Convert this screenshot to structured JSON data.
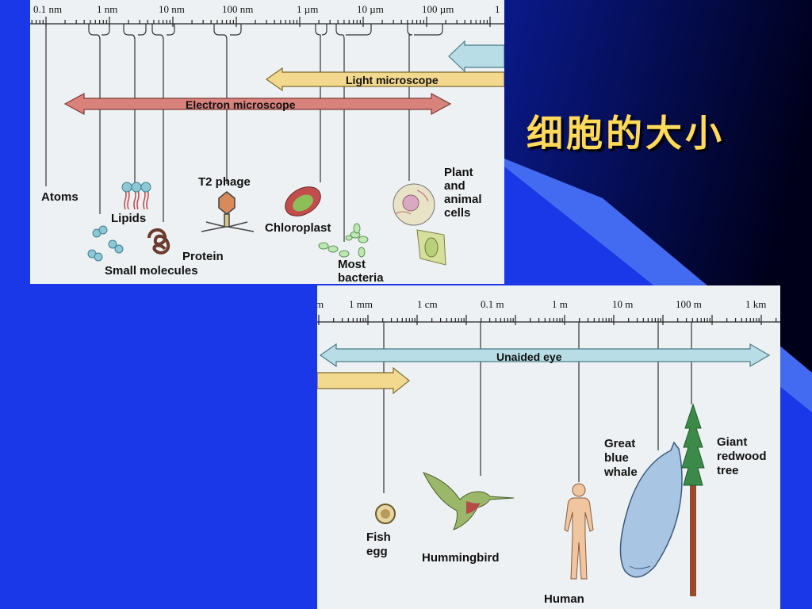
{
  "title": "细胞的大小",
  "top_scale": {
    "ticks": [
      "0.1 nm",
      "1 nm",
      "10 nm",
      "100 nm",
      "1 µm",
      "10 µm",
      "100 µm",
      "1"
    ]
  },
  "top_ranges": {
    "light_microscope": "Light microscope",
    "electron_microscope": "Electron microscope"
  },
  "top_labels": {
    "atoms": "Atoms",
    "lipids": "Lipids",
    "small_molecules": "Small molecules",
    "protein": "Protein",
    "t2_phage": "T2 phage",
    "chloroplast": "Chloroplast",
    "most_bacteria": "Most\nbacteria",
    "plant_animal_cells": "Plant\nand\nanimal\ncells"
  },
  "bottom_scale": {
    "ticks": [
      "m",
      "1 mm",
      "1 cm",
      "0.1 m",
      "1 m",
      "10 m",
      "100 m",
      "1 km"
    ]
  },
  "bottom_ranges": {
    "unaided_eye": "Unaided eye"
  },
  "bottom_labels": {
    "fish_egg": "Fish\negg",
    "hummingbird": "Hummingbird",
    "human": "Human",
    "great_blue_whale": "Great\nblue\nwhale",
    "giant_redwood_tree": "Giant\nredwood\ntree"
  },
  "colors": {
    "background": "#1a37e8",
    "panel": "#eef1f3",
    "title": "#ffd95a",
    "light_arrow": "#f2d98e",
    "electron_arrow": "#d9827c",
    "eye_arrow": "#b8dde6"
  }
}
